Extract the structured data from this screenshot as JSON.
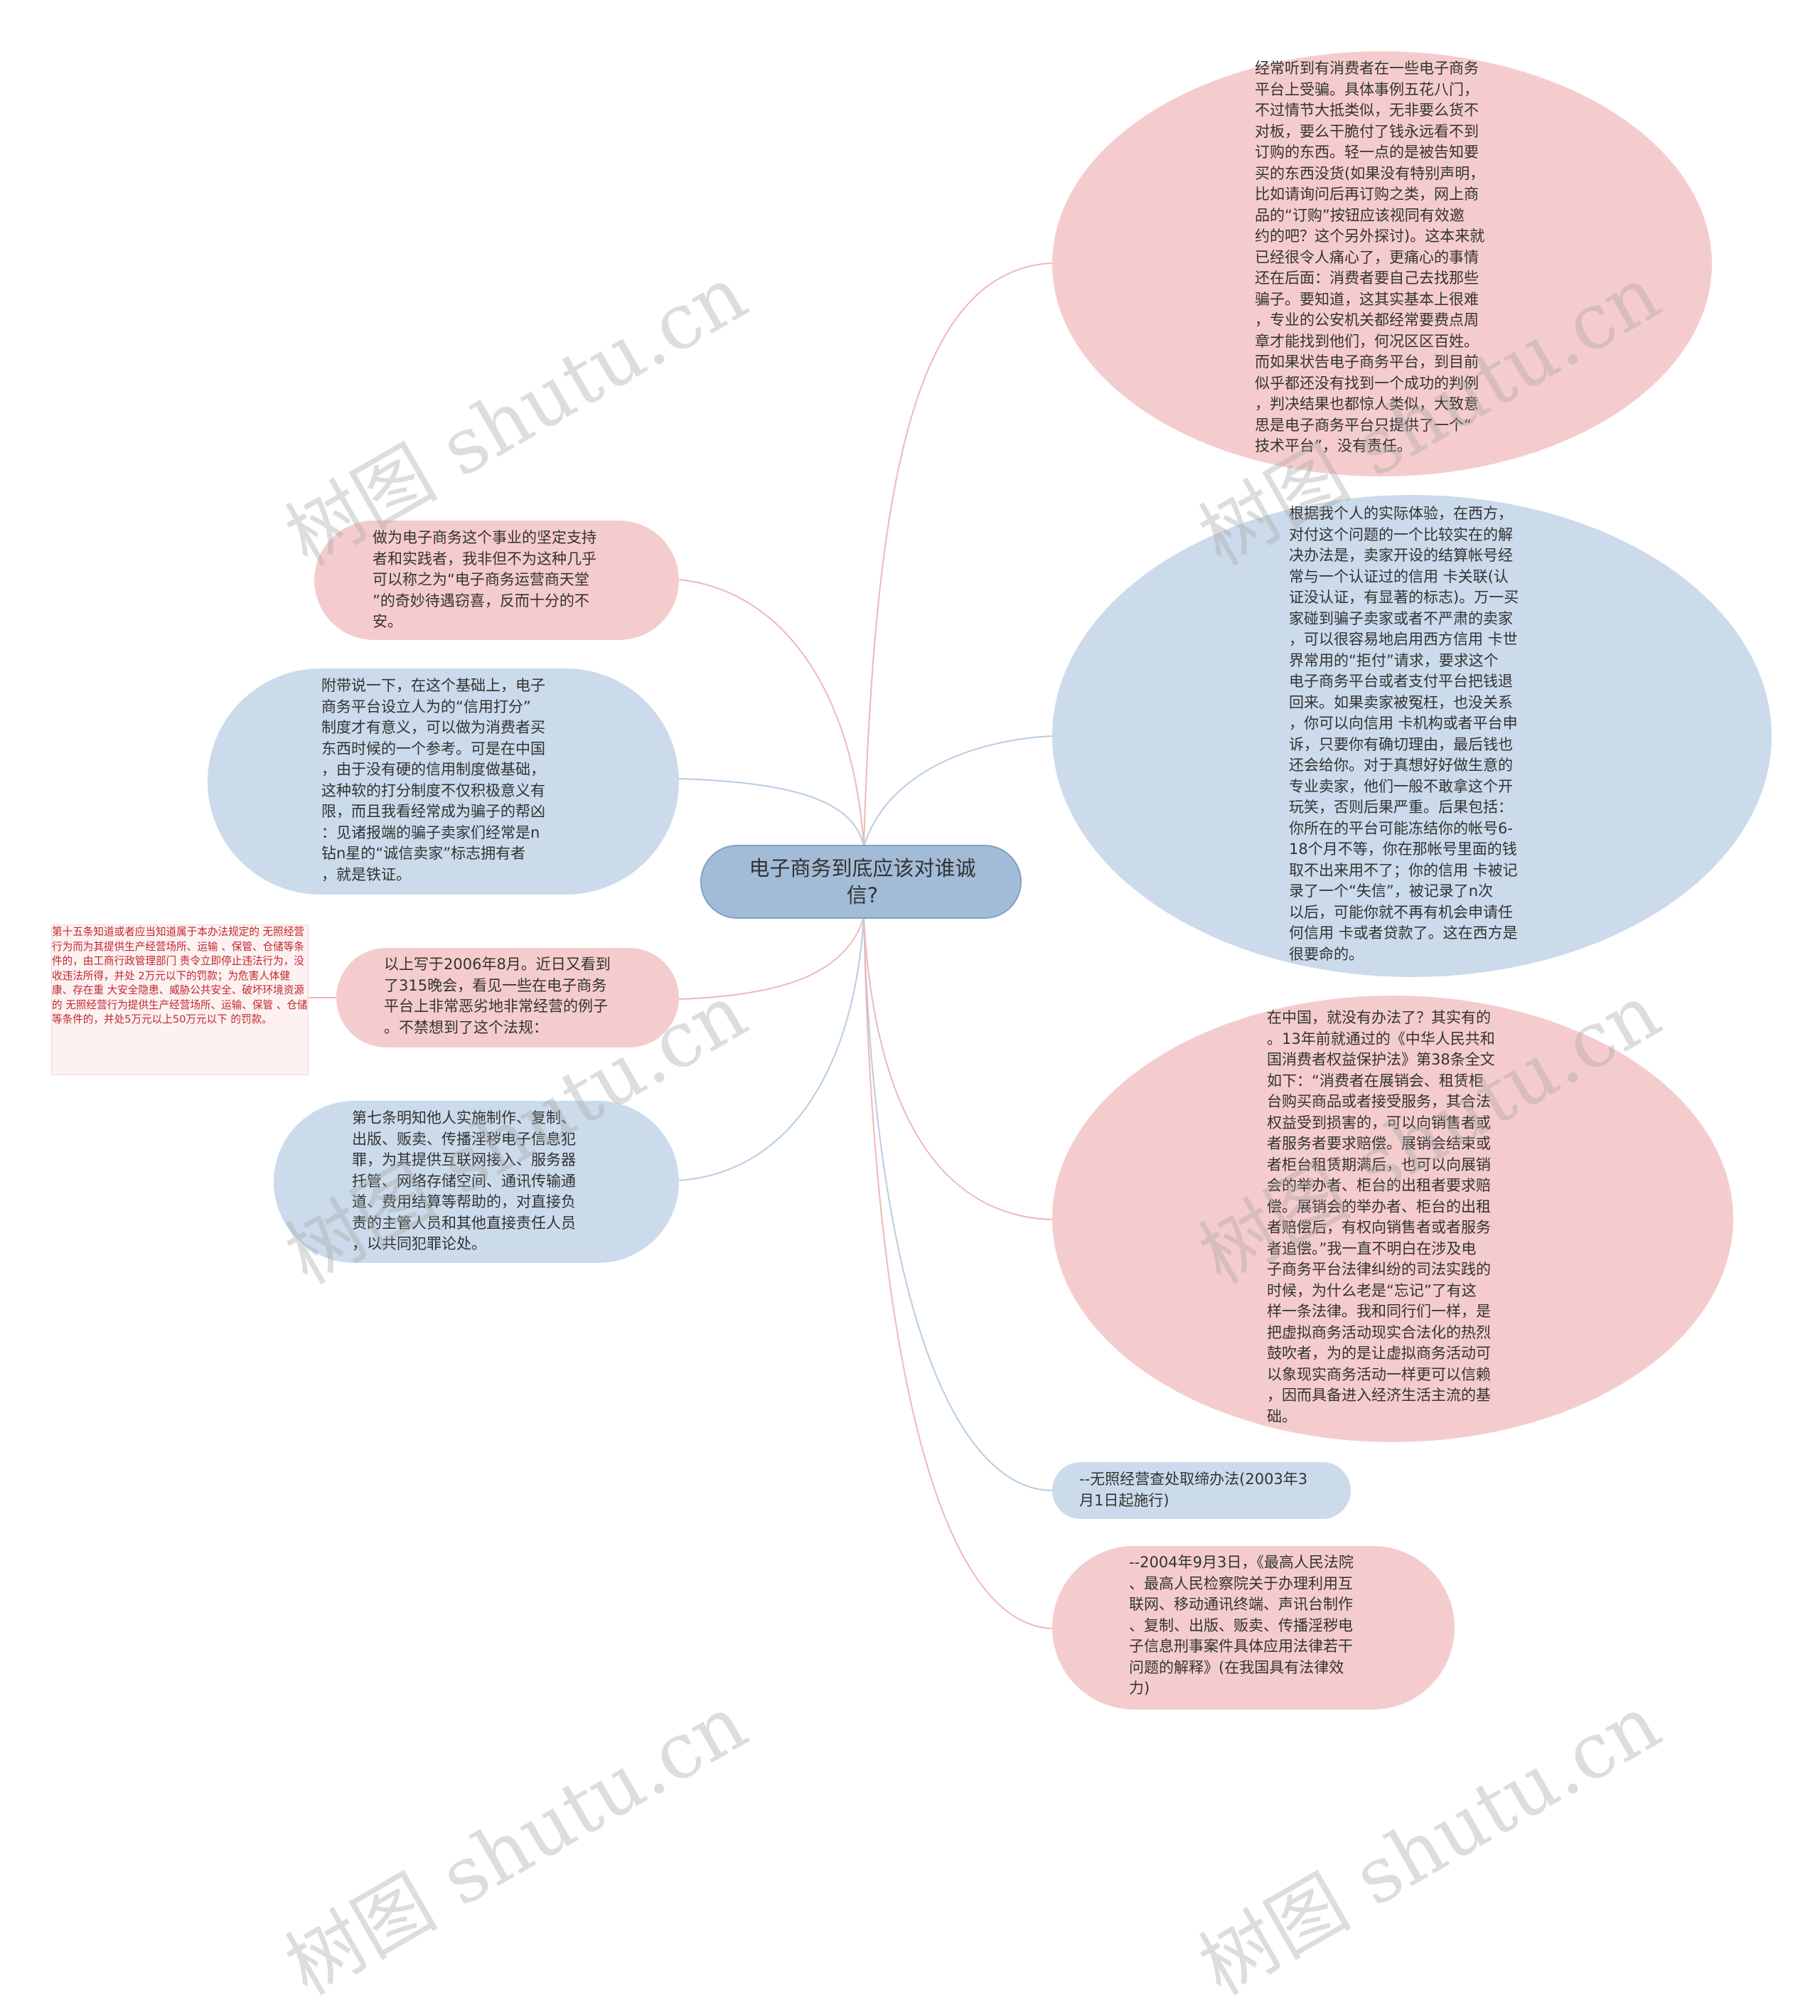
{
  "center": {
    "text": "电子商务到底应该对谁诚\n信?"
  },
  "left_nodes": [
    {
      "id": "left-support",
      "text": "做为电子商务这个事业的坚定支持\n者和实践者，我非但不为这种几乎\n可以称之为“电子商务运营商天堂\n”的奇妙待遇窃喜，反而十分的不\n安。"
    },
    {
      "id": "left-rating",
      "text": "附带说一下，在这个基础上，电子\n商务平台设立人为的“信用打分”\n制度才有意义，可以做为消费者买\n东西时候的一个参考。可是在中国\n，由于没有硬的信用制度做基础，\n这种软的打分制度不仅积极意义有\n限，而且我看经常成为骗子的帮凶\n：见诸报端的骗子卖家们经常是n\n钻n星的“诚信卖家”标志拥有者\n，就是铁证。"
    },
    {
      "id": "left-2006",
      "text": "以上写于2006年8月。近日又看到\n了315晚会，看见一些在电子商务\n平台上非常恶劣地非常经营的例子\n。不禁想到了这个法规："
    },
    {
      "id": "left-article7",
      "text": "第七条明知他人实施制作、复制、\n出版、贩卖、传播淫秽电子信息犯\n罪，为其提供互联网接入、服务器\n托管、网络存储空间、通讯传输通\n道、费用结算等帮助的，对直接负\n责的主管人员和其他直接责任人员\n，以共同犯罪论处。"
    }
  ],
  "note": {
    "text": "第十五条知道或者应当知道属于本办法规定的\n无照经营行为而为其提供生产经营场所、运输\n、保管、仓储等条件的，由工商行政管理部门\n责令立即停止违法行为，没收违法所得，并处\n2万元以下的罚款；为危害人体健康、存在重\n大安全隐患、威胁公共安全、破坏环境资源的\n无照经营行为提供生产经营场所、运输、保管\n、仓储等条件的，并处5万元以上50万元以下\n的罚款。"
  },
  "right_nodes": [
    {
      "id": "right-cheated",
      "text": "经常听到有消费者在一些电子商务\n平台上受骗。具体事例五花八门，\n不过情节大抵类似，无非要么货不\n对板，要么干脆付了钱永远看不到\n订购的东西。轻一点的是被告知要\n买的东西没货(如果没有特别声明，\n比如请询问后再订购之类，网上商\n品的“订购”按钮应该视同有效邀\n约的吧？这个另外探讨)。这本来就\n已经很令人痛心了，更痛心的事情\n还在后面：消费者要自己去找那些\n骗子。要知道，这其实基本上很难\n，专业的公安机关都经常要费点周\n章才能找到他们，何况区区百姓。\n而如果状告电子商务平台，到目前\n似乎都还没有找到一个成功的判例\n，判决结果也都惊人类似，大致意\n思是电子商务平台只提供了一个“\n技术平台”，没有责任。"
    },
    {
      "id": "right-west",
      "text": "根据我个人的实际体验，在西方，\n对付这个问题的一个比较实在的解\n决办法是，卖家开设的结算帐号经\n常与一个认证过的信用 卡关联(认\n证没认证，有显著的标志)。万一买\n家碰到骗子卖家或者不严肃的卖家\n，可以很容易地启用西方信用 卡世\n界常用的“拒付”请求，要求这个\n电子商务平台或者支付平台把钱退\n回来。如果卖家被冤枉，也没关系\n，你可以向信用 卡机构或者平台申\n诉，只要你有确切理由，最后钱也\n还会给你。对于真想好好做生意的\n专业卖家，他们一般不敢拿这个开\n玩笑，否则后果严重。后果包括：\n你所在的平台可能冻结你的帐号6-\n18个月不等，你在那帐号里面的钱\n取不出来用不了；你的信用 卡被记\n录了一个“失信”，被记录了n次\n以后，可能你就不再有机会申请任\n何信用 卡或者贷款了。这在西方是\n很要命的。"
    },
    {
      "id": "right-china",
      "text": "在中国，就没有办法了？其实有的\n。13年前就通过的《中华人民共和\n国消费者权益保护法》第38条全文\n如下：“消费者在展销会、租赁柜\n台购买商品或者接受服务，其合法\n权益受到损害的，可以向销售者或\n者服务者要求赔偿。展销会结束或\n者柜台租赁期满后，也可以向展销\n会的举办者、柜台的出租者要求赔\n偿。展销会的举办者、柜台的出租\n者赔偿后，有权向销售者或者服务\n者追偿。”我一直不明白在涉及电\n子商务平台法律纠纷的司法实践的\n时候，为什么老是“忘记”了有这\n样一条法律。我和同行们一样，是\n把虚拟商务活动现实合法化的热烈\n鼓吹者，为的是让虚拟商务活动可\n以象现实商务活动一样更可以信赖\n，因而具备进入经济生活主流的基\n础。"
    },
    {
      "id": "right-regulation",
      "text": "--无照经营查处取缔办法(2003年3\n月1日起施行)"
    },
    {
      "id": "right-interpretation",
      "text": "--2004年9月3日，《最高人民法院\n、最高人民检察院关于办理利用互\n联网、移动通讯终端、声讯台制作\n、复制、出版、贩卖、传播淫秽电\n子信息刑事案件具体应用法律若干\n问题的解释》(在我国具有法律效\n力)"
    }
  ],
  "watermark": "树图 shutu.cn",
  "colors": {
    "pink_node": "#f5cccd",
    "blue_node": "#cbdbeb",
    "center_node": "#a2bcd8",
    "pink_edge": "#efb8b9",
    "blue_edge": "#b7cde2",
    "note_text": "#c0282e"
  }
}
